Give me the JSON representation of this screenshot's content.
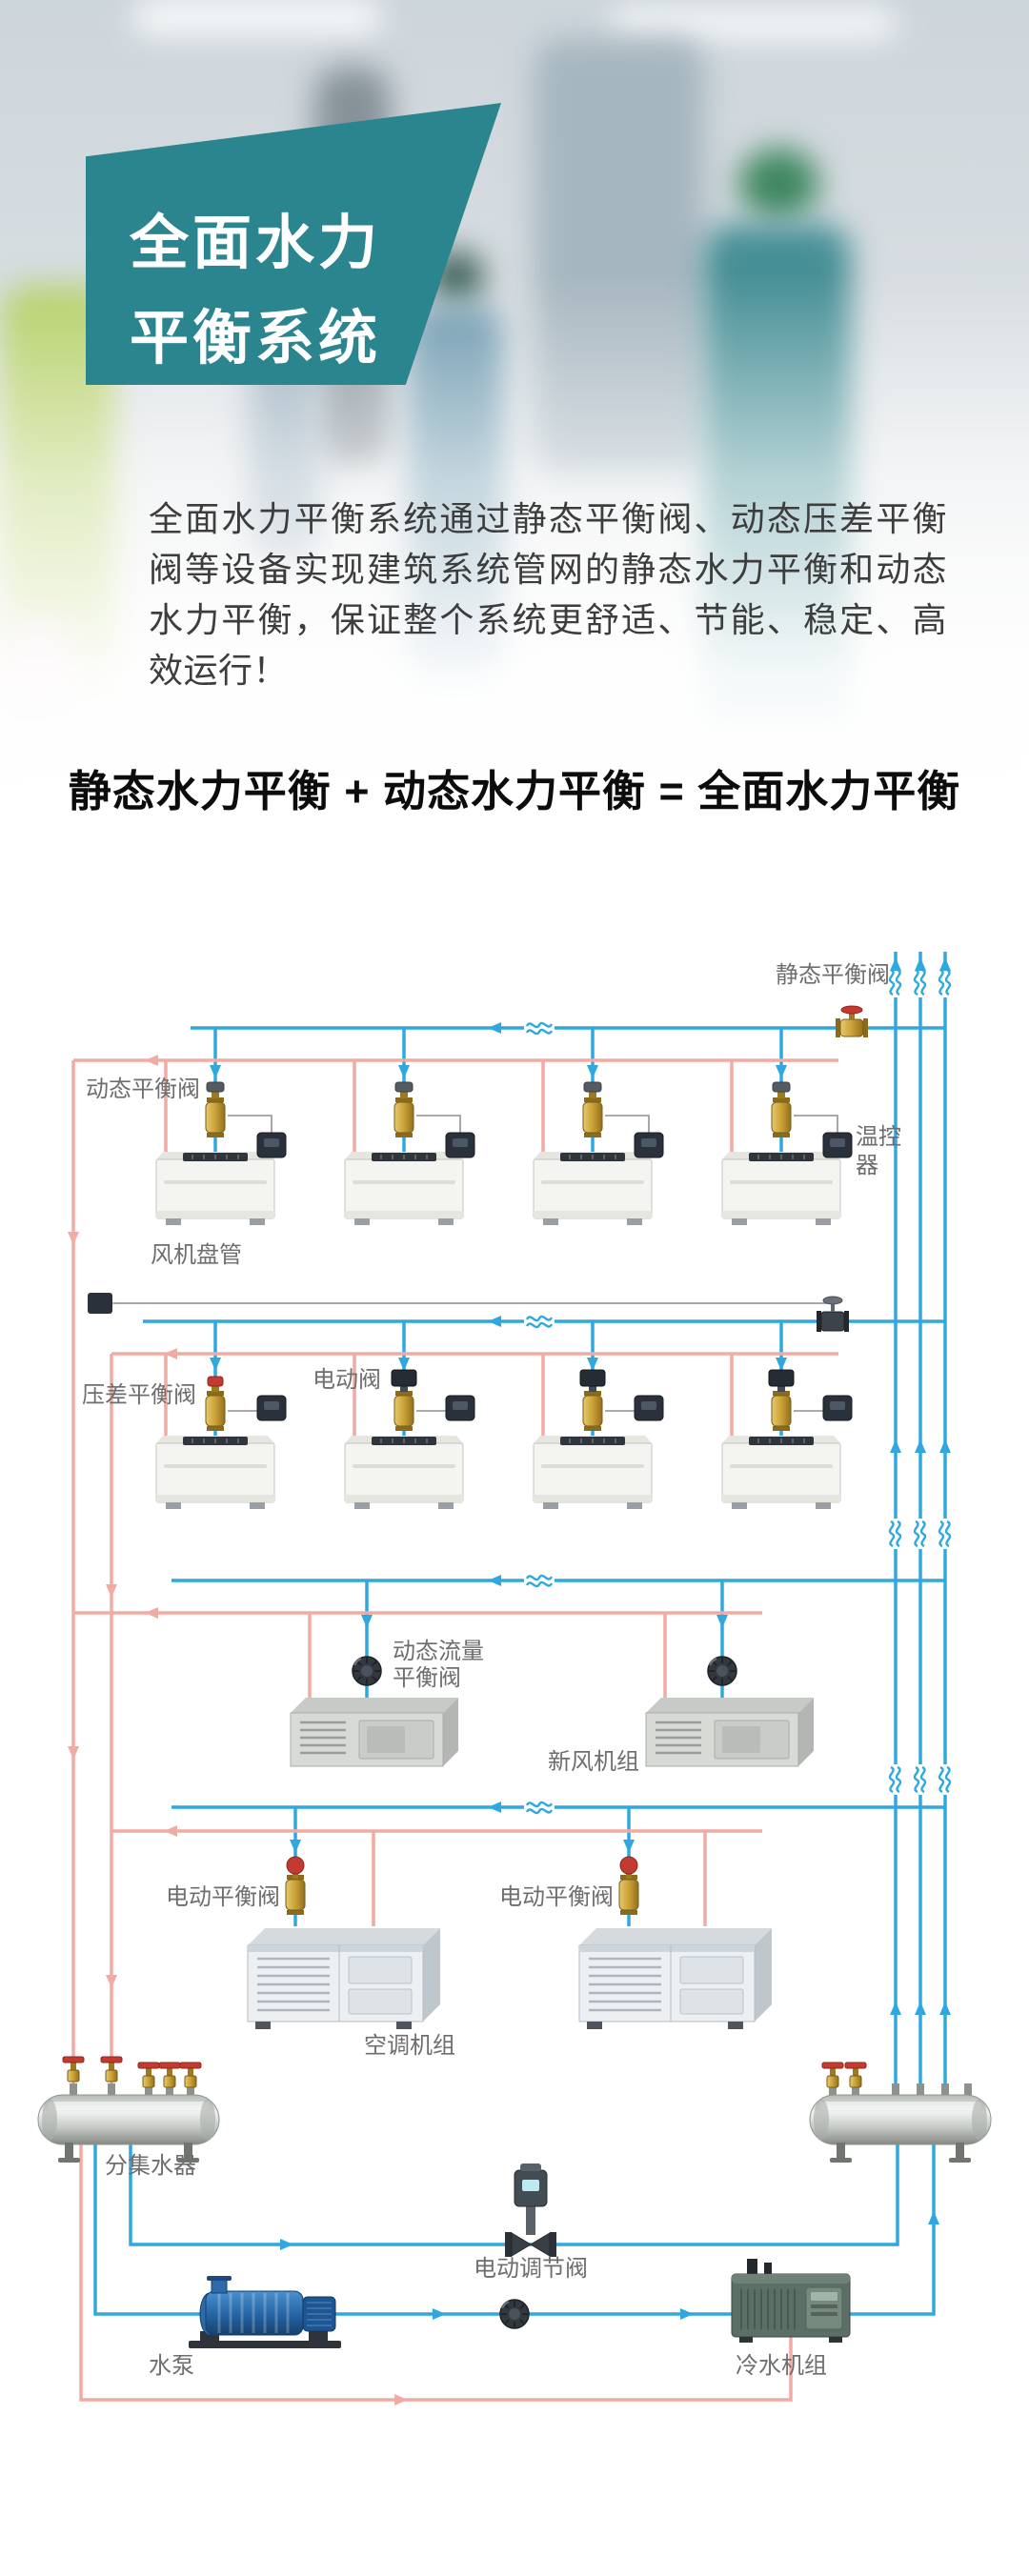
{
  "header": {
    "banner_line1": "全面水力",
    "banner_line2": "平衡系统",
    "banner_color": "#2b858e",
    "paragraph": "全面水力平衡系统通过静态平衡阀、动态压差平衡阀等设备实现建筑系统管网的静态水力平衡和动态水力平衡，保证整个系统更舒适、节能、稳定、高效运行！",
    "equation": "静态水力平衡 + 动态水力平衡 = 全面水力平衡"
  },
  "diagram": {
    "colors": {
      "supply_pipe": "#2fa8df",
      "return_pipe": "#f2aba3",
      "signal_line": "#9e9e9e"
    },
    "labels": {
      "static_balancing_valve": "静态平衡阀",
      "dynamic_balancing_valve": "动态平衡阀",
      "thermostat_line1": "温控",
      "thermostat_line2": "器",
      "fan_coil_unit": "风机盘管",
      "dp_balancing_valve": "压差平衡阀",
      "motorized_valve": "电动阀",
      "dynamic_flow_valve_line1": "动态流量",
      "dynamic_flow_valve_line2": "平衡阀",
      "fresh_air_unit": "新风机组",
      "electric_balancing_valve_1": "电动平衡阀",
      "electric_balancing_valve_2": "电动平衡阀",
      "air_conditioning_unit": "空调机组",
      "manifold": "分集水器",
      "electric_regulating_valve": "电动调节阀",
      "water_pump": "水泵",
      "chiller_unit": "冷水机组"
    }
  }
}
